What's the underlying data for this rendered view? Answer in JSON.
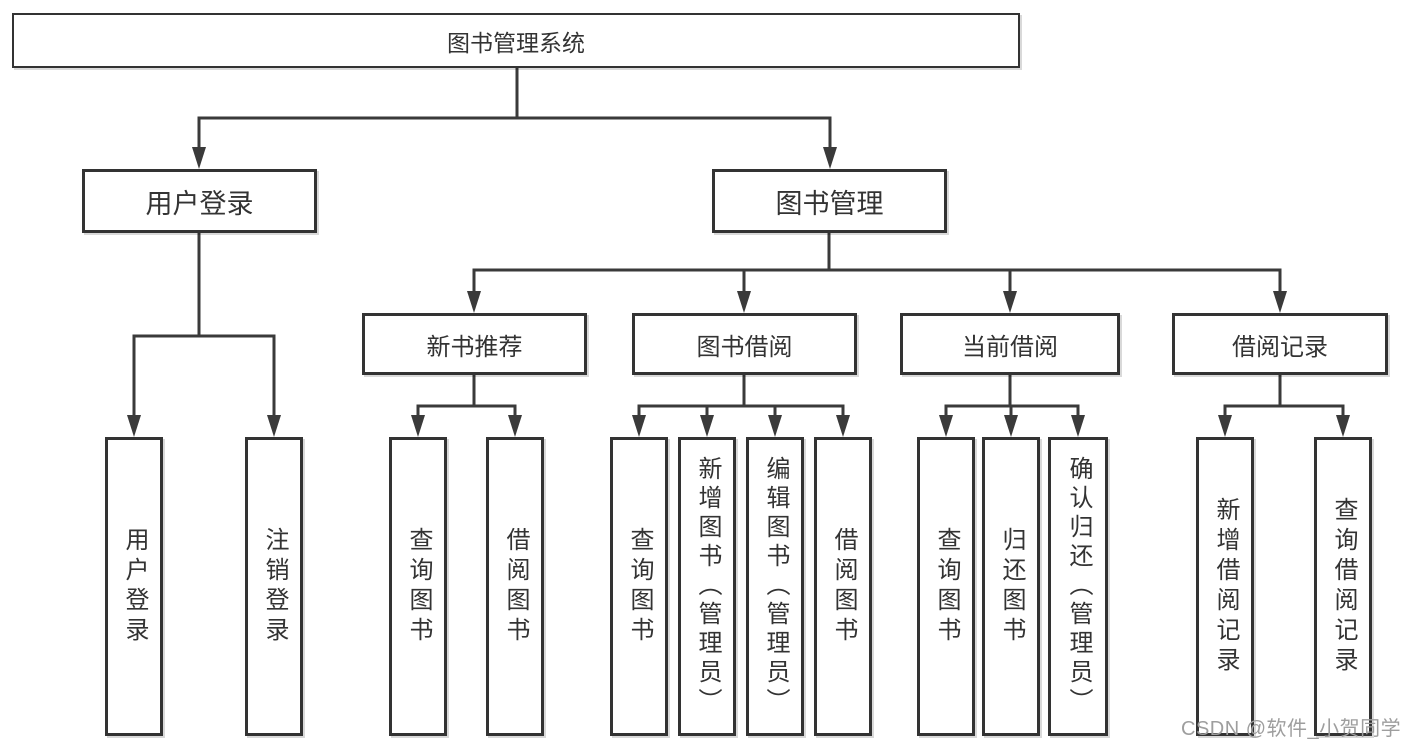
{
  "diagram": {
    "root": {
      "label": "图书管理系统"
    },
    "level2": [
      {
        "label": "用户登录"
      },
      {
        "label": "图书管理"
      }
    ],
    "level3": [
      {
        "label": "新书推荐",
        "parent": "图书管理"
      },
      {
        "label": "图书借阅",
        "parent": "图书管理"
      },
      {
        "label": "当前借阅",
        "parent": "图书管理"
      },
      {
        "label": "借阅记录",
        "parent": "图书管理"
      }
    ],
    "leaves": [
      {
        "label": "用户登录",
        "parent": "用户登录"
      },
      {
        "label": "注销登录",
        "parent": "用户登录"
      },
      {
        "label": "查询图书",
        "parent": "新书推荐"
      },
      {
        "label": "借阅图书",
        "parent": "新书推荐"
      },
      {
        "label": "查询图书",
        "parent": "图书借阅"
      },
      {
        "label": "新增图书（管理员）",
        "parent": "图书借阅"
      },
      {
        "label": "编辑图书（管理员）",
        "parent": "图书借阅"
      },
      {
        "label": "借阅图书",
        "parent": "图书借阅"
      },
      {
        "label": "查询图书",
        "parent": "当前借阅"
      },
      {
        "label": "归还图书",
        "parent": "当前借阅"
      },
      {
        "label": "确认归还（管理员）",
        "parent": "当前借阅"
      },
      {
        "label": "新增借阅记录",
        "parent": "借阅记录"
      },
      {
        "label": "查询借阅记录",
        "parent": "借阅记录"
      }
    ]
  },
  "watermark": {
    "text": "CSDN @软件_小贺同学",
    "color": "#9e9e9e"
  },
  "colors": {
    "line": "#3a3a3a",
    "box_border": "#333333",
    "box_fill": "#ffffff",
    "text": "#333333",
    "background": "#ffffff"
  }
}
